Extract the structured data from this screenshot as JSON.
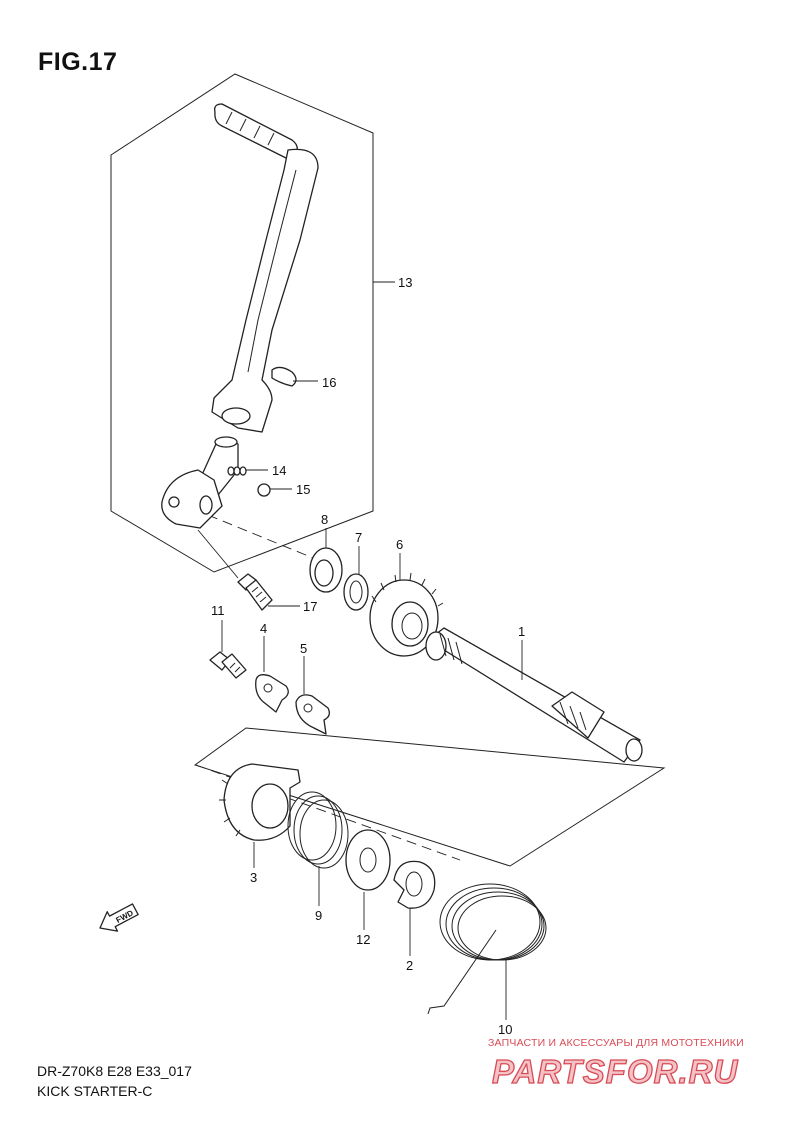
{
  "figure": {
    "title": "FIG.17"
  },
  "callouts": [
    "13",
    "16",
    "14",
    "15",
    "8",
    "7",
    "6",
    "17",
    "11",
    "4",
    "5",
    "1",
    "3",
    "9",
    "12",
    "2",
    "10"
  ],
  "direction_arrow": {
    "label": "FWD",
    "icon": "fwd-arrow-icon"
  },
  "footer": {
    "model_code": "DR-Z70K8 E28 E33_017",
    "section_name": "KICK STARTER-C"
  },
  "watermark": {
    "tagline": "ЗАПЧАСТИ И АКСЕССУАРЫ ДЛЯ МОТОТЕХНИКИ",
    "brand": "PARTSFOR.RU",
    "color": "#d84b55"
  }
}
